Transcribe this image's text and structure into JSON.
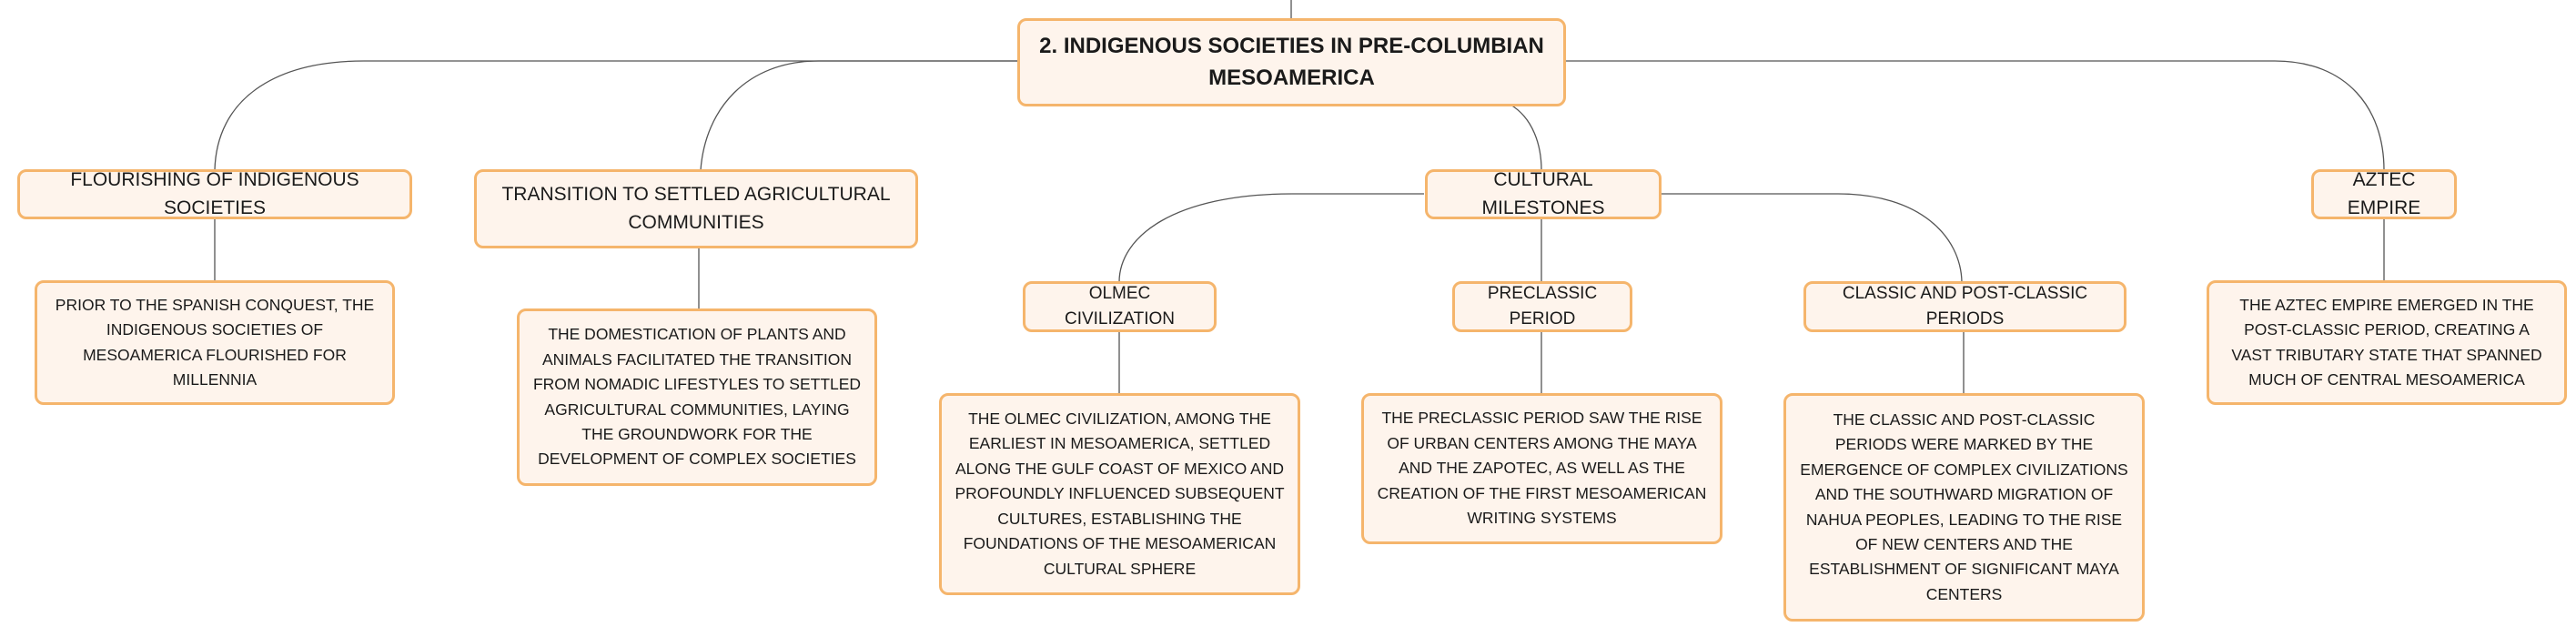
{
  "root": {
    "title": "2. INDIGENOUS SOCIETIES IN PRE-COLUMBIAN MESOAMERICA"
  },
  "branches": {
    "flourishing": {
      "label": "FLOURISHING OF INDIGENOUS SOCIETIES",
      "detail": "PRIOR TO THE SPANISH CONQUEST, THE INDIGENOUS SOCIETIES OF MESOAMERICA FLOURISHED FOR MILLENNIA"
    },
    "transition": {
      "label": "TRANSITION TO SETTLED AGRICULTURAL COMMUNITIES",
      "detail": "THE DOMESTICATION OF PLANTS AND ANIMALS FACILITATED THE TRANSITION FROM NOMADIC LIFESTYLES TO SETTLED AGRICULTURAL COMMUNITIES, LAYING THE GROUNDWORK FOR THE DEVELOPMENT OF COMPLEX SOCIETIES"
    },
    "cultural": {
      "label": "CULTURAL MILESTONES",
      "olmec": {
        "label": "OLMEC CIVILIZATION",
        "detail": "THE OLMEC CIVILIZATION, AMONG THE EARLIEST IN MESOAMERICA, SETTLED ALONG THE GULF COAST OF MEXICO AND PROFOUNDLY INFLUENCED SUBSEQUENT CULTURES, ESTABLISHING THE FOUNDATIONS OF THE MESOAMERICAN CULTURAL SPHERE"
      },
      "preclassic": {
        "label": "PRECLASSIC PERIOD",
        "detail": "THE PRECLASSIC PERIOD SAW THE RISE OF URBAN CENTERS AMONG THE MAYA AND THE ZAPOTEC, AS WELL AS THE CREATION OF THE FIRST MESOAMERICAN WRITING SYSTEMS"
      },
      "classic": {
        "label": "CLASSIC AND POST-CLASSIC PERIODS",
        "detail": "THE CLASSIC AND POST-CLASSIC PERIODS WERE MARKED BY THE EMERGENCE OF COMPLEX CIVILIZATIONS AND THE SOUTHWARD MIGRATION OF NAHUA PEOPLES, LEADING TO THE RISE OF NEW CENTERS AND THE ESTABLISHMENT OF SIGNIFICANT MAYA CENTERS"
      }
    },
    "aztec": {
      "label": "AZTEC EMPIRE",
      "detail": "THE AZTEC EMPIRE EMERGED IN THE POST-CLASSIC PERIOD, CREATING A VAST TRIBUTARY STATE THAT SPANNED MUCH OF CENTRAL MESOAMERICA"
    }
  },
  "colors": {
    "node_fill": "#fef4ec",
    "node_border": "#f5b56c",
    "connector": "#555555"
  }
}
